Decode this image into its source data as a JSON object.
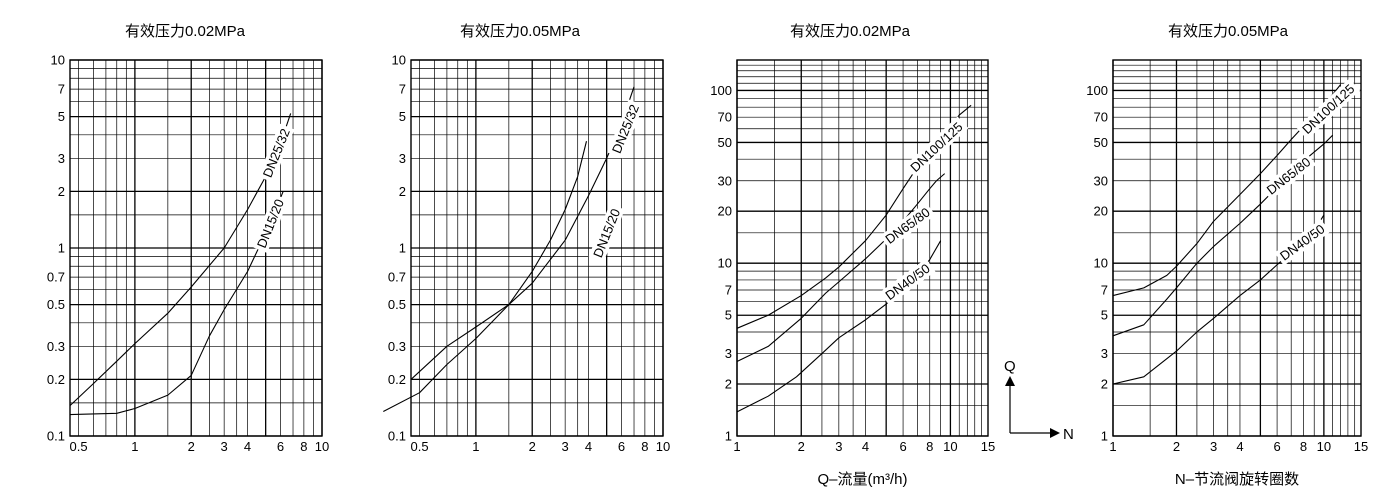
{
  "chart_data": [
    {
      "type": "line",
      "title": "有效压力0.02MPa",
      "xscale": "log",
      "yscale": "log",
      "xlim": [
        0.45,
        10
      ],
      "ylim": [
        0.1,
        10
      ],
      "x_tick_labels": [
        {
          "v": 0.5,
          "t": "0.5"
        },
        {
          "v": 1,
          "t": "1"
        },
        {
          "v": 2,
          "t": "2"
        },
        {
          "v": 3,
          "t": "3"
        },
        {
          "v": 4,
          "t": "4"
        },
        {
          "v": 6,
          "t": "6"
        },
        {
          "v": 8,
          "t": "8"
        },
        {
          "v": 10,
          "t": "10"
        }
      ],
      "y_tick_labels": [
        {
          "v": 0.1,
          "t": "0.1"
        },
        {
          "v": 0.2,
          "t": "0.2"
        },
        {
          "v": 0.3,
          "t": "0.3"
        },
        {
          "v": 0.5,
          "t": "0.5"
        },
        {
          "v": 0.7,
          "t": "0.7"
        },
        {
          "v": 1,
          "t": "1"
        },
        {
          "v": 2,
          "t": "2"
        },
        {
          "v": 3,
          "t": "3"
        },
        {
          "v": 5,
          "t": "5"
        },
        {
          "v": 7,
          "t": "7"
        },
        {
          "v": 10,
          "t": "10"
        }
      ],
      "x_grid": [
        0.5,
        0.6,
        0.7,
        0.8,
        0.9,
        1,
        1.5,
        2,
        2.5,
        3,
        3.5,
        4,
        5,
        6,
        7,
        8,
        9,
        10
      ],
      "y_grid": [
        0.1,
        0.15,
        0.2,
        0.3,
        0.4,
        0.5,
        0.6,
        0.7,
        0.8,
        0.9,
        1,
        1.5,
        2,
        3,
        4,
        5,
        6,
        7,
        8,
        9,
        10
      ],
      "series": [
        {
          "name": "DN25/32",
          "points": [
            [
              0.45,
              0.145
            ],
            [
              0.6,
              0.19
            ],
            [
              0.8,
              0.25
            ],
            [
              1,
              0.31
            ],
            [
              1.5,
              0.45
            ],
            [
              2,
              0.62
            ],
            [
              3,
              1.0
            ],
            [
              4,
              1.6
            ],
            [
              5,
              2.4
            ],
            [
              6,
              3.6
            ],
            [
              6.8,
              5.2
            ]
          ],
          "label_pos": [
            5.7,
            3.2
          ],
          "label_angle": -68
        },
        {
          "name": "DN15/20",
          "points": [
            [
              0.45,
              0.13
            ],
            [
              0.8,
              0.132
            ],
            [
              1,
              0.14
            ],
            [
              1.5,
              0.165
            ],
            [
              2,
              0.21
            ],
            [
              2.5,
              0.34
            ],
            [
              3,
              0.47
            ],
            [
              4,
              0.75
            ],
            [
              5,
              1.2
            ],
            [
              5.8,
              1.7
            ],
            [
              6.2,
              2.0
            ]
          ],
          "label_pos": [
            5.3,
            1.35
          ],
          "label_angle": -68
        }
      ],
      "xlabel": "",
      "ylabel": ""
    },
    {
      "type": "line",
      "title": "有效压力0.05MPa",
      "xscale": "log",
      "yscale": "log",
      "xlim": [
        0.45,
        10
      ],
      "ylim": [
        0.1,
        10
      ],
      "x_tick_labels": [
        {
          "v": 0.5,
          "t": "0.5"
        },
        {
          "v": 1,
          "t": "1"
        },
        {
          "v": 2,
          "t": "2"
        },
        {
          "v": 3,
          "t": "3"
        },
        {
          "v": 4,
          "t": "4"
        },
        {
          "v": 6,
          "t": "6"
        },
        {
          "v": 8,
          "t": "8"
        },
        {
          "v": 10,
          "t": "10"
        }
      ],
      "y_tick_labels": [
        {
          "v": 0.1,
          "t": "0.1"
        },
        {
          "v": 0.2,
          "t": "0.2"
        },
        {
          "v": 0.3,
          "t": "0.3"
        },
        {
          "v": 0.5,
          "t": "0.5"
        },
        {
          "v": 0.7,
          "t": "0.7"
        },
        {
          "v": 1,
          "t": "1"
        },
        {
          "v": 2,
          "t": "2"
        },
        {
          "v": 3,
          "t": "3"
        },
        {
          "v": 5,
          "t": "5"
        },
        {
          "v": 7,
          "t": "7"
        },
        {
          "v": 10,
          "t": "10"
        }
      ],
      "x_grid": [
        0.5,
        0.6,
        0.7,
        0.8,
        0.9,
        1,
        1.5,
        2,
        2.5,
        3,
        3.5,
        4,
        5,
        6,
        7,
        8,
        9,
        10
      ],
      "y_grid": [
        0.1,
        0.15,
        0.2,
        0.3,
        0.4,
        0.5,
        0.6,
        0.7,
        0.8,
        0.9,
        1,
        1.5,
        2,
        3,
        4,
        5,
        6,
        7,
        8,
        9,
        10
      ],
      "series": [
        {
          "name": "DN25/32",
          "points": [
            [
              0.45,
              0.2
            ],
            [
              0.7,
              0.3
            ],
            [
              1,
              0.38
            ],
            [
              1.5,
              0.5
            ],
            [
              2,
              0.65
            ],
            [
              3,
              1.1
            ],
            [
              4,
              1.9
            ],
            [
              5,
              3.0
            ],
            [
              6,
              4.6
            ],
            [
              7,
              7.2
            ]
          ],
          "label_pos": [
            6.3,
            4.3
          ],
          "label_angle": -68
        },
        {
          "name": "DN15/20",
          "points": [
            [
              0.32,
              0.135
            ],
            [
              0.5,
              0.17
            ],
            [
              0.7,
              0.24
            ],
            [
              1,
              0.33
            ],
            [
              1.5,
              0.5
            ],
            [
              2,
              0.75
            ],
            [
              2.5,
              1.1
            ],
            [
              3,
              1.6
            ],
            [
              3.5,
              2.4
            ],
            [
              3.9,
              3.7
            ]
          ],
          "label_pos": [
            5.0,
            1.2
          ],
          "label_angle": -68
        }
      ],
      "xlabel": "",
      "ylabel": ""
    },
    {
      "type": "line",
      "title": "有效压力0.02MPa",
      "xscale": "log",
      "yscale": "log",
      "xlim": [
        1,
        15
      ],
      "ylim": [
        1,
        150
      ],
      "x_tick_labels": [
        {
          "v": 1,
          "t": "1"
        },
        {
          "v": 2,
          "t": "2"
        },
        {
          "v": 3,
          "t": "3"
        },
        {
          "v": 4,
          "t": "4"
        },
        {
          "v": 6,
          "t": "6"
        },
        {
          "v": 8,
          "t": "8"
        },
        {
          "v": 10,
          "t": "10"
        },
        {
          "v": 15,
          "t": "15"
        }
      ],
      "y_tick_labels": [
        {
          "v": 1,
          "t": "1"
        },
        {
          "v": 2,
          "t": "2"
        },
        {
          "v": 3,
          "t": "3"
        },
        {
          "v": 5,
          "t": "5"
        },
        {
          "v": 7,
          "t": "7"
        },
        {
          "v": 10,
          "t": "10"
        },
        {
          "v": 20,
          "t": "20"
        },
        {
          "v": 30,
          "t": "30"
        },
        {
          "v": 50,
          "t": "50"
        },
        {
          "v": 70,
          "t": "70"
        },
        {
          "v": 100,
          "t": "100"
        }
      ],
      "x_grid": [
        1,
        1.5,
        2,
        2.5,
        3,
        3.5,
        4,
        5,
        6,
        7,
        8,
        9,
        10,
        11,
        12,
        13,
        14,
        15
      ],
      "y_grid": [
        1,
        1.5,
        2,
        3,
        4,
        5,
        6,
        7,
        8,
        9,
        10,
        15,
        20,
        30,
        40,
        50,
        60,
        70,
        80,
        90,
        100,
        110,
        120,
        130,
        140,
        150
      ],
      "series": [
        {
          "name": "DN100/125",
          "points": [
            [
              1,
              4.2
            ],
            [
              1.4,
              5.0
            ],
            [
              2,
              6.5
            ],
            [
              2.6,
              8.2
            ],
            [
              3,
              9.5
            ],
            [
              4,
              13.5
            ],
            [
              5,
              19
            ],
            [
              6,
              27
            ],
            [
              7,
              36
            ],
            [
              8,
              46
            ],
            [
              10,
              62
            ],
            [
              11,
              72
            ],
            [
              12.5,
              82
            ]
          ],
          "label_pos": [
            8.6,
            47
          ],
          "label_angle": -43
        },
        {
          "name": "DN65/80",
          "points": [
            [
              1,
              2.7
            ],
            [
              1.4,
              3.3
            ],
            [
              2,
              4.8
            ],
            [
              2.6,
              6.7
            ],
            [
              3,
              7.8
            ],
            [
              4,
              10.6
            ],
            [
              5,
              13.8
            ],
            [
              6,
              17.5
            ],
            [
              7,
              22
            ],
            [
              8,
              27
            ],
            [
              8.6,
              30
            ],
            [
              9.4,
              33
            ]
          ],
          "label_pos": [
            6.3,
            16.5
          ],
          "label_angle": -36
        },
        {
          "name": "DN40/50",
          "points": [
            [
              1,
              1.38
            ],
            [
              1.4,
              1.7
            ],
            [
              1.9,
              2.2
            ],
            [
              2.5,
              3.0
            ],
            [
              3,
              3.7
            ],
            [
              4,
              4.7
            ],
            [
              5,
              5.8
            ],
            [
              6,
              7.0
            ],
            [
              7,
              8.5
            ],
            [
              8,
              10.5
            ],
            [
              9,
              13.5
            ]
          ],
          "label_pos": [
            6.3,
            7.8
          ],
          "label_angle": -36
        }
      ],
      "xlabel": "Q–流量(m³/h)",
      "ylabel": ""
    },
    {
      "type": "line",
      "title": "有效压力0.05MPa",
      "xscale": "log",
      "yscale": "log",
      "xlim": [
        1,
        15
      ],
      "ylim": [
        1,
        150
      ],
      "x_tick_labels": [
        {
          "v": 1,
          "t": "1"
        },
        {
          "v": 2,
          "t": "2"
        },
        {
          "v": 3,
          "t": "3"
        },
        {
          "v": 4,
          "t": "4"
        },
        {
          "v": 6,
          "t": "6"
        },
        {
          "v": 8,
          "t": "8"
        },
        {
          "v": 10,
          "t": "10"
        },
        {
          "v": 15,
          "t": "15"
        }
      ],
      "y_tick_labels": [
        {
          "v": 1,
          "t": "1"
        },
        {
          "v": 2,
          "t": "2"
        },
        {
          "v": 3,
          "t": "3"
        },
        {
          "v": 5,
          "t": "5"
        },
        {
          "v": 7,
          "t": "7"
        },
        {
          "v": 10,
          "t": "10"
        },
        {
          "v": 20,
          "t": "20"
        },
        {
          "v": 30,
          "t": "30"
        },
        {
          "v": 50,
          "t": "50"
        },
        {
          "v": 70,
          "t": "70"
        },
        {
          "v": 100,
          "t": "100"
        }
      ],
      "x_grid": [
        1,
        1.5,
        2,
        2.5,
        3,
        3.5,
        4,
        5,
        6,
        7,
        8,
        9,
        10,
        11,
        12,
        13,
        14,
        15
      ],
      "y_grid": [
        1,
        1.5,
        2,
        3,
        4,
        5,
        6,
        7,
        8,
        9,
        10,
        15,
        20,
        30,
        40,
        50,
        60,
        70,
        80,
        90,
        100,
        110,
        120,
        130,
        140,
        150
      ],
      "series": [
        {
          "name": "DN100/125",
          "points": [
            [
              1,
              6.5
            ],
            [
              1.4,
              7.2
            ],
            [
              1.8,
              8.5
            ],
            [
              2,
              9.6
            ],
            [
              2.5,
              13
            ],
            [
              3,
              17.5
            ],
            [
              4,
              25
            ],
            [
              5,
              33
            ],
            [
              6,
              42
            ],
            [
              7,
              52
            ],
            [
              8,
              62
            ],
            [
              10,
              82
            ],
            [
              12,
              108
            ]
          ],
          "label_pos": [
            10.5,
            78
          ],
          "label_angle": -43
        },
        {
          "name": "DN65/80",
          "points": [
            [
              1,
              3.8
            ],
            [
              1.4,
              4.4
            ],
            [
              1.8,
              6.2
            ],
            [
              2,
              7.2
            ],
            [
              2.5,
              10
            ],
            [
              3,
              12.5
            ],
            [
              4,
              17
            ],
            [
              5,
              22
            ],
            [
              6,
              27.5
            ],
            [
              7,
              33
            ],
            [
              8,
              39
            ],
            [
              10,
              49
            ],
            [
              11,
              55
            ]
          ],
          "label_pos": [
            6.8,
            32
          ],
          "label_angle": -38
        },
        {
          "name": "DN40/50",
          "points": [
            [
              1,
              2.0
            ],
            [
              1.4,
              2.2
            ],
            [
              1.8,
              2.8
            ],
            [
              2,
              3.1
            ],
            [
              2.5,
              4.0
            ],
            [
              3,
              4.8
            ],
            [
              4,
              6.5
            ],
            [
              5,
              8.0
            ],
            [
              6,
              9.8
            ],
            [
              7,
              11.5
            ],
            [
              8,
              13.5
            ],
            [
              9,
              15.5
            ],
            [
              10,
              19
            ]
          ],
          "label_pos": [
            7.9,
            13.2
          ],
          "label_angle": -36
        }
      ],
      "xlabel": "N–节流阀旋转圈数",
      "ylabel": ""
    }
  ],
  "axis_key": {
    "q_label": "Q",
    "n_label": "N"
  }
}
